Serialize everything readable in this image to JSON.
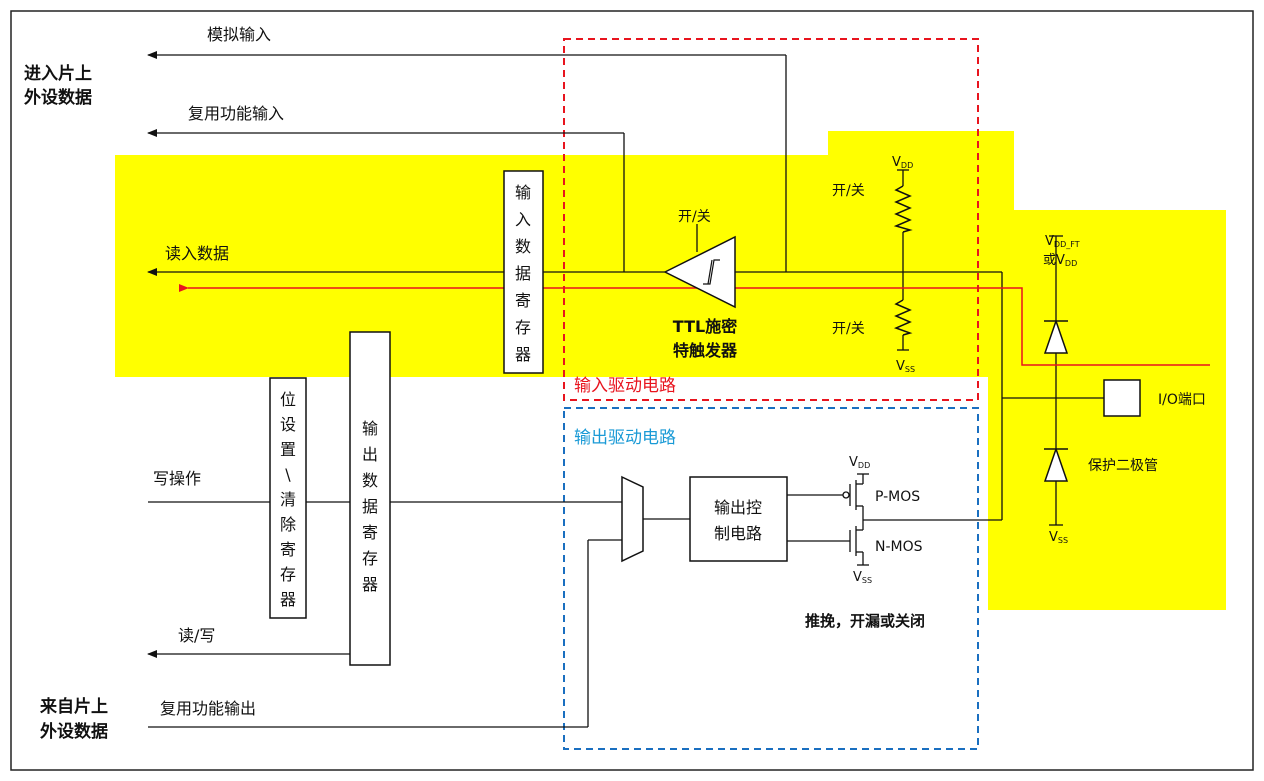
{
  "labels": {
    "peripheral_in": [
      "进入片上",
      "外设数据"
    ],
    "peripheral_out": [
      "来自片上",
      "外设数据"
    ],
    "analog_input": "模拟输入",
    "alt_func_input": "复用功能输入",
    "read_data": "读入数据",
    "write_op": "写操作",
    "read_write": "读/写",
    "alt_func_output": "复用功能输出",
    "input_reg": [
      "输",
      "入",
      "数",
      "据",
      "寄",
      "存",
      "器"
    ],
    "bitset_reg": [
      "位",
      "设",
      "置",
      "\\",
      "清",
      "除",
      "寄",
      "存",
      "器"
    ],
    "output_reg": [
      "输",
      "出",
      "数",
      "据",
      "寄",
      "存",
      "器"
    ],
    "onoff": "开/关",
    "ttl": [
      "TTL施密",
      "特触发器"
    ],
    "input_driver": "输入驱动电路",
    "output_driver": "输出驱动电路",
    "output_ctrl": [
      "输出控",
      "制电路"
    ],
    "pmos": "P-MOS",
    "nmos": "N-MOS",
    "mode": "推挽，开漏或关闭",
    "io_port": "I/O端口",
    "protect_diode": "保护二极管"
  },
  "supply": {
    "v_main": "V",
    "sub_dd": "DD",
    "sub_ss": "SS",
    "sub_dd_ft": "DD_FT",
    "or_prefix": "或V"
  },
  "colors": {
    "highlight": "#ffff00",
    "input_box": "#e8141e",
    "output_box": "#1a6fc0",
    "signal_red": "#e8141e"
  }
}
